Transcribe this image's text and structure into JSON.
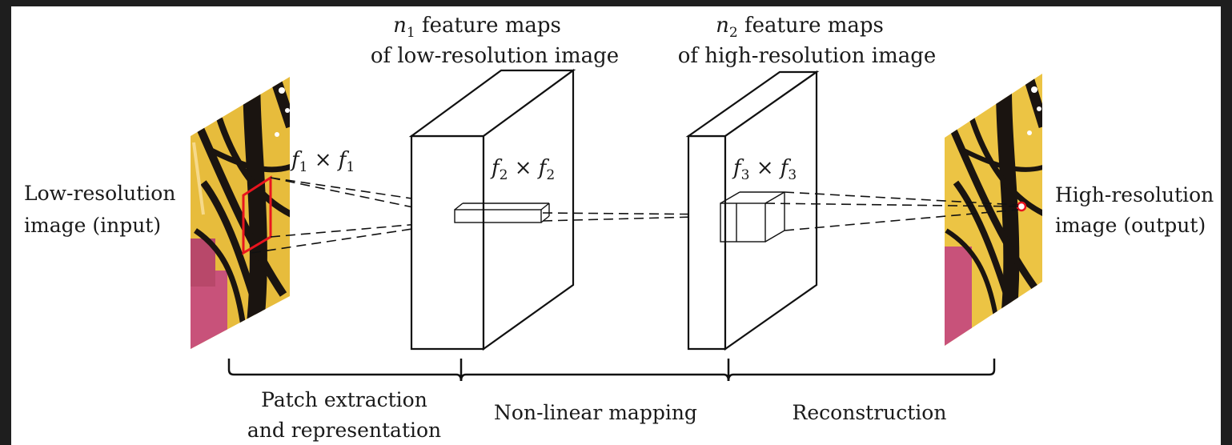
{
  "input_label": {
    "line1": "Low-resolution",
    "line2": "image (input)"
  },
  "output_label": {
    "line1": "High-resolution",
    "line2": "image (output)"
  },
  "block1_caption": {
    "n": "n",
    "sub": "1",
    "line1_rest": " feature maps",
    "line2": "of low-resolution image"
  },
  "block2_caption": {
    "n": "n",
    "sub": "2",
    "line1_rest": " feature maps",
    "line2": "of high-resolution image"
  },
  "filter1": {
    "f": "f",
    "sub": "1",
    "times": " × "
  },
  "filter2": {
    "f": "f",
    "sub": "2",
    "times": " × "
  },
  "filter3": {
    "f": "f",
    "sub": "3",
    "times": " × "
  },
  "stages": {
    "stage1": {
      "line1": "Patch extraction",
      "line2": "and representation"
    },
    "stage2": {
      "line1": "Non-linear mapping"
    },
    "stage3": {
      "line1": "Reconstruction"
    }
  },
  "colors": {
    "patch": "#e8141e",
    "line": "#111111",
    "wing": "#f2c23a",
    "vein": "#1a1410",
    "flower": "#c8527a"
  }
}
